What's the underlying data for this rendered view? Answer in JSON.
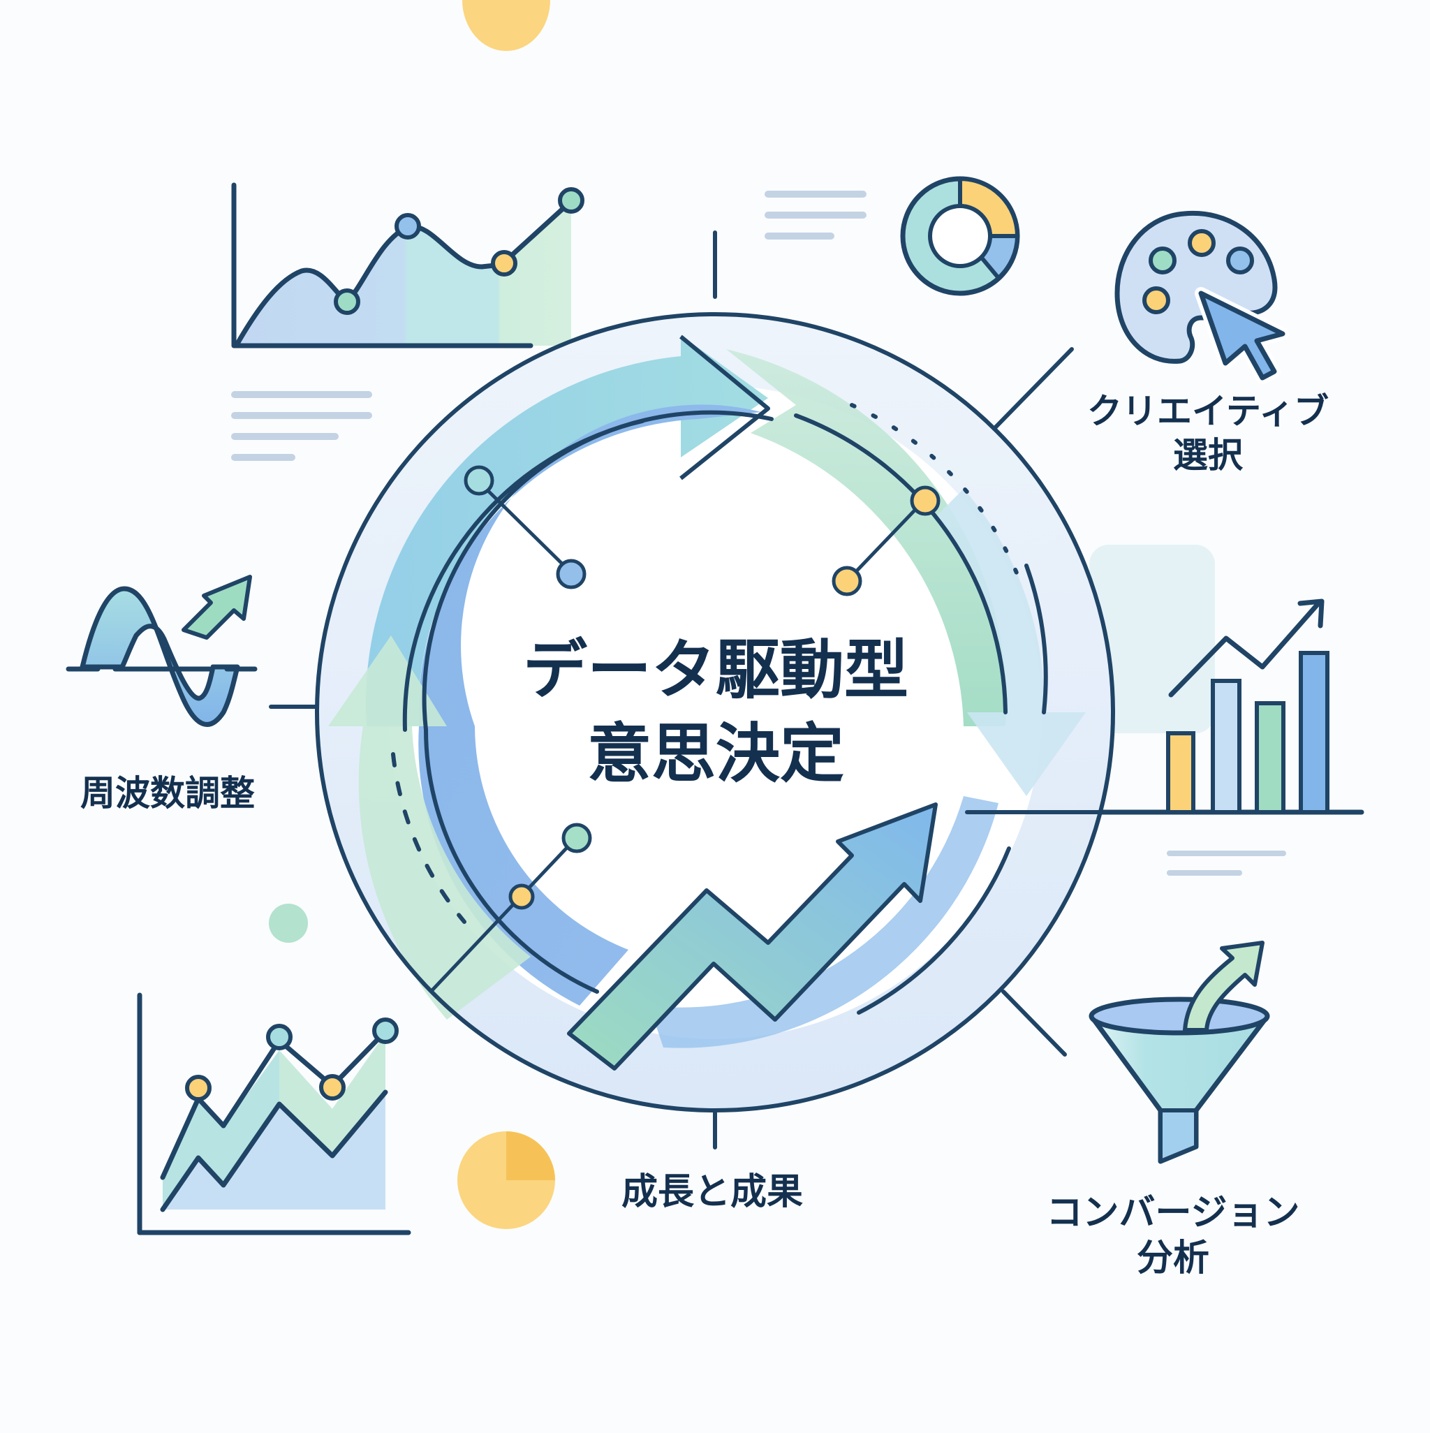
{
  "title": {
    "line1": "データ駆動型",
    "line2": "意思決定"
  },
  "labels": {
    "frequency": "周波数調整",
    "creative_line1": "クリエイティブ",
    "creative_line2": "選択",
    "growth": "成長と成果",
    "conversion_line1": "コンバージョン",
    "conversion_line2": "分析"
  },
  "icons": {
    "top_left": "area-line-chart-icon",
    "top_center": "donut-chart-icon",
    "top_right": "palette-cursor-icon",
    "left": "sine-wave-arrow-icon",
    "right": "bar-chart-trend-icon",
    "bottom_left": "zigzag-area-chart-icon",
    "bottom_center": "pie-chart-icon",
    "bottom_right": "funnel-arrow-icon",
    "center": "cycle-arrows-icon"
  },
  "colors": {
    "ink": "#1f4466",
    "text": "#14304f",
    "blue": "#86b6ea",
    "light_blue": "#c6dcf3",
    "teal": "#a6dde3",
    "green": "#9fdcc2",
    "light_green": "#cbead8",
    "yellow": "#fbd277",
    "gray_line": "#c3d3e4"
  }
}
